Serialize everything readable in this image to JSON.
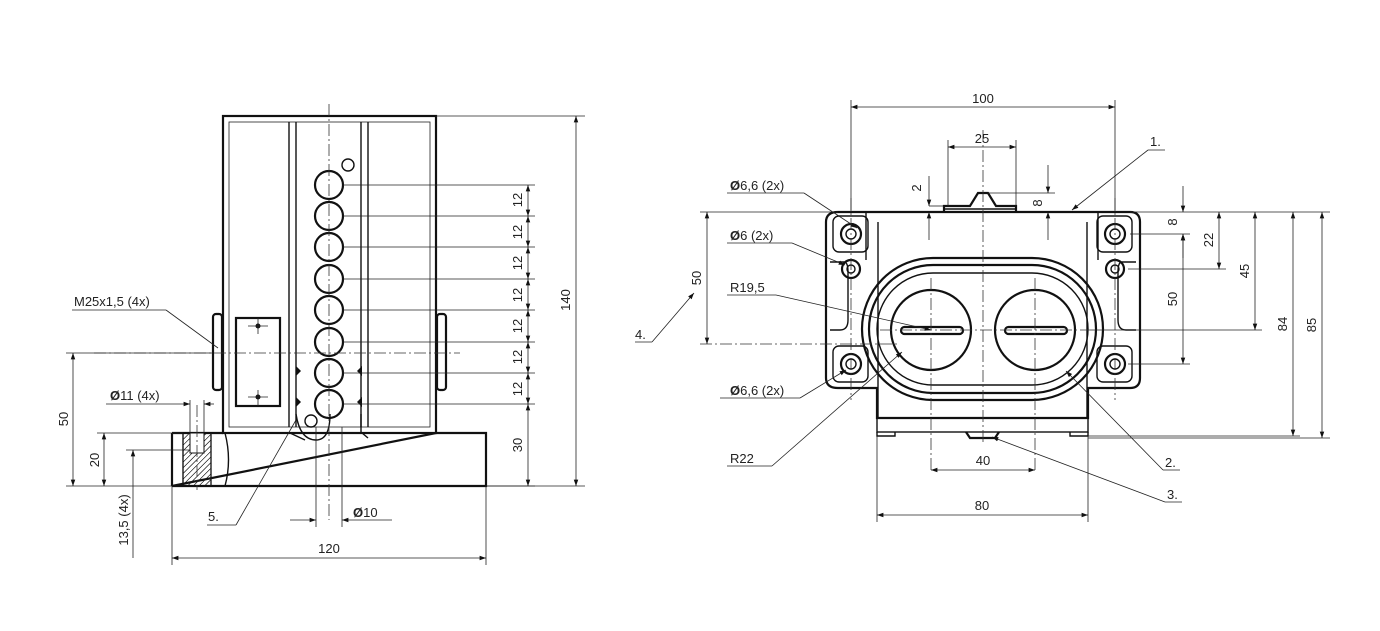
{
  "colors": {
    "line": "#111111",
    "background": "#ffffff"
  },
  "side_view": {
    "dims": {
      "height_total": "140",
      "pitch_1": "12",
      "pitch_2": "12",
      "pitch_3": "12",
      "pitch_4": "12",
      "pitch_5": "12",
      "pitch_6": "12",
      "pitch_7": "12",
      "base_height": "30",
      "width_total": "120",
      "thread": "M25x1,5 (4x)",
      "bore": "11 (4x)",
      "bore_prefix": "Ø",
      "height_50": "50",
      "height_20": "20",
      "counterbore": "13,5 (4x)",
      "dia_10": "10",
      "dia_prefix": "Ø",
      "callout_5": "5."
    }
  },
  "front_view": {
    "dims": {
      "width_100": "100",
      "width_25": "25",
      "gap_2": "2",
      "gap_8_top": "8",
      "hole_66_top": "6,6 (2x)",
      "hole_6": "6 (2x)",
      "hole_66_bottom": "6,6 (2x)",
      "hole_prefix": "Ø",
      "height_50_left": "50",
      "radius_195": "R19,5",
      "radius_22": "R22",
      "gap_8_right": "8",
      "height_22": "22",
      "height_45": "45",
      "height_50_right": "50",
      "height_84": "84",
      "height_85": "85",
      "width_40": "40",
      "width_80": "80",
      "callout_1": "1.",
      "callout_2": "2.",
      "callout_3": "3.",
      "callout_4": "4."
    }
  }
}
